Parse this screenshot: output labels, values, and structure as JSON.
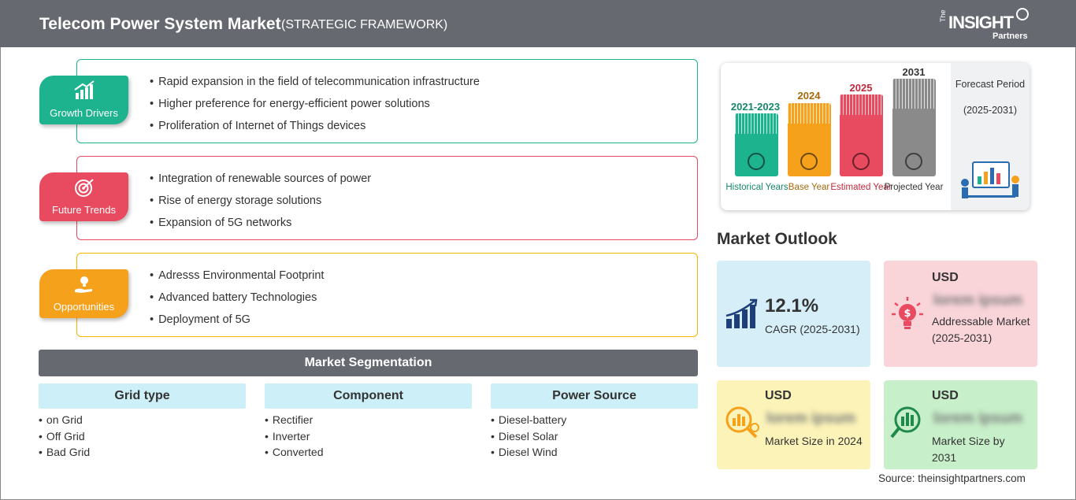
{
  "header": {
    "title": "Telecom Power System Market",
    "subtitle": "(STRATEGIC FRAMEWORK)",
    "logo": {
      "the": "The",
      "brand": "INSIGHT",
      "partners": "Partners"
    }
  },
  "framework": [
    {
      "label": "Growth Drivers",
      "color": "#1db38e",
      "icon": "growth-chart-icon",
      "items": [
        "Rapid expansion in the field of telecommunication infrastructure",
        "Higher preference for energy-efficient power solutions",
        "Proliferation of Internet of Things devices"
      ]
    },
    {
      "label": "Future Trends",
      "color": "#e84a5f",
      "icon": "target-icon",
      "items": [
        "Integration of renewable sources of power",
        "Rise of energy storage solutions",
        "Expansion of 5G networks"
      ]
    },
    {
      "label": "Opportunities",
      "color": "#f5a11c",
      "icon": "lightbulb-hand-icon",
      "items": [
        "Adresss Environmental Footprint",
        "Advanced battery Technologies",
        "Deployment of 5G"
      ]
    }
  ],
  "segmentation": {
    "title": "Market Segmentation",
    "columns": [
      {
        "title": "Grid type",
        "items": [
          "on Grid",
          "Off Grid",
          "Bad Grid"
        ]
      },
      {
        "title": "Component",
        "items": [
          "Rectifier",
          "Inverter",
          "Converted"
        ]
      },
      {
        "title": "Power Source",
        "items": [
          "Diesel-battery",
          "Diesel Solar",
          "Diesel Wind"
        ]
      }
    ]
  },
  "timeline": {
    "periods": [
      {
        "year": "2021-2023",
        "caption": "Historical Years",
        "color": "#1db38e",
        "year_color": "#16876c",
        "icon": "history-icon"
      },
      {
        "year": "2024",
        "caption": "Base Year",
        "color": "#f5a11c",
        "year_color": "#a8680c",
        "icon": "calendar-icon"
      },
      {
        "year": "2025",
        "caption": "Estimated Year",
        "color": "#e84a5f",
        "year_color": "#c0283d",
        "icon": "settings-chart-icon"
      },
      {
        "year": "2031",
        "caption": "Projected Year",
        "color": "#8a8a8a",
        "year_color": "#333333",
        "icon": "presentation-icon"
      }
    ],
    "forecast": {
      "label": "Forecast Period",
      "range": "(2025-2031)"
    }
  },
  "outlook": {
    "title": "Market Outlook",
    "cagr": {
      "value": "12.1%",
      "label": "CAGR (2025-2031)",
      "bg": "#d6eef8"
    },
    "addressable": {
      "currency": "USD",
      "value": "lorem ipsum",
      "label": "Addressable Market (2025-2031)",
      "bg": "#f9d5da"
    },
    "size_2024": {
      "currency": "USD",
      "value": "lorem ipsum",
      "label": "Market Size in 2024",
      "bg": "#fbf3b8"
    },
    "size_2031": {
      "currency": "USD",
      "value": "lorem ipsum",
      "label": "Market Size by 2031",
      "bg": "#c7efc9"
    }
  },
  "source": "Source: theinsightpartners.com"
}
